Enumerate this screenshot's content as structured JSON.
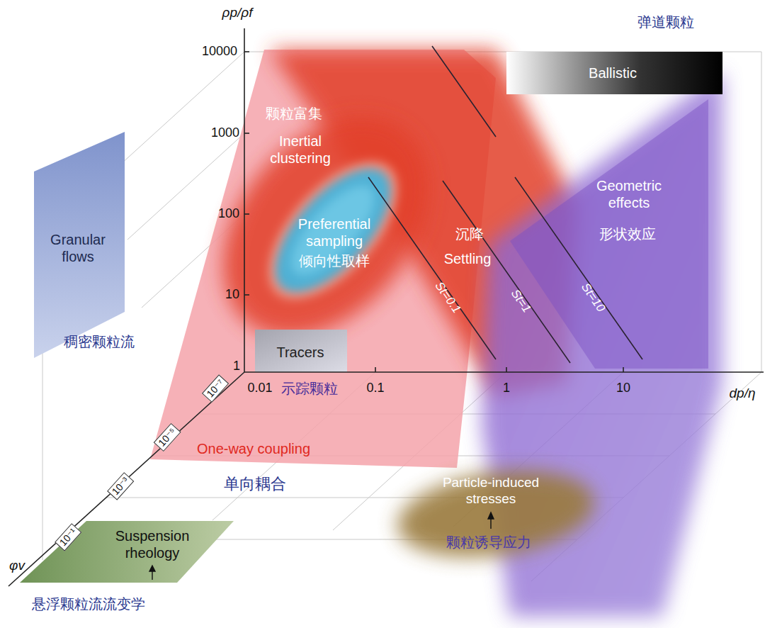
{
  "diagram": {
    "nodes": [
      {
        "text": [
          "Granular flows",
          "稠密颗粒流"
        ]
      },
      {
        "text": [
          "One-way coupling",
          "单向耦合"
        ]
      },
      {
        "text": [
          "颗粒富集",
          "Inertial clustering"
        ]
      },
      {
        "text": [
          "Preferential sampling",
          "倾向性取样"
        ],
        "in": 2
      },
      {
        "text": [
          "Tracers",
          "示踪颗粒"
        ]
      },
      {
        "text": [
          "沉降",
          "Settling"
        ]
      },
      {
        "text": [
          "Geometric effects",
          "形状效应"
        ]
      },
      {
        "text": [
          "弹道颗粒",
          "Ballistic"
        ]
      },
      {
        "text": [
          "Particle-induced stresses",
          "颗粒诱导应力"
        ]
      },
      {
        "text": [
          "Suspension rheology",
          "悬浮颗粒流流变学"
        ]
      }
    ],
    "labels": [
      "ρp/ρf",
      "10000",
      "1000",
      "100",
      "10",
      "1",
      "0.01",
      "0.1",
      "1",
      "10",
      "dp/η",
      "10⁻⁷",
      "10⁻⁵",
      "10⁻³",
      "10⁻¹",
      "φv",
      "St=0.1",
      "St=1",
      "St=10"
    ]
  }
}
